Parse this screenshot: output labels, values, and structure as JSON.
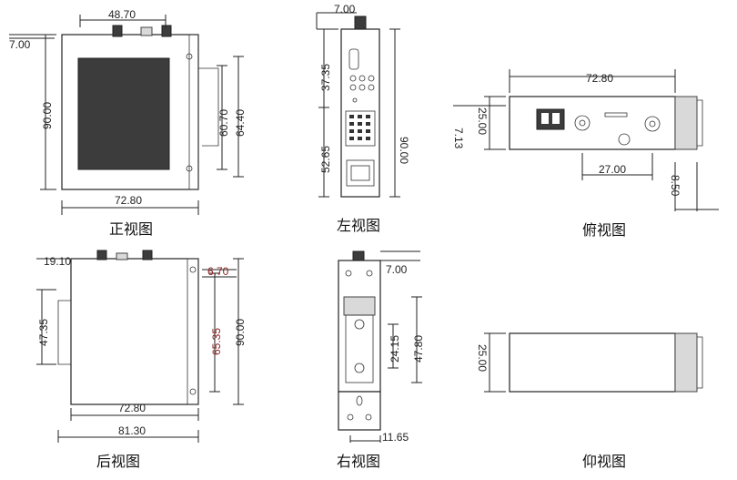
{
  "views": {
    "front": {
      "caption": "正视图",
      "dims": [
        "48.70",
        "7.00",
        "90.00",
        "60.70",
        "64.40",
        "72.80"
      ]
    },
    "left": {
      "caption": "左视图",
      "dims": [
        "7.00",
        "37.35",
        "90.00",
        "52.65"
      ]
    },
    "top": {
      "caption": "俯视图",
      "dims": [
        "72.80",
        "25.00",
        "7.13",
        "27.00",
        "8.50"
      ]
    },
    "rear": {
      "caption": "后视图",
      "dims": [
        "19.10",
        "6.70",
        "47.35",
        "65.35",
        "90.00",
        "72.80",
        "81.30"
      ]
    },
    "right": {
      "caption": "右视图",
      "dims": [
        "7.00",
        "24.15",
        "47.80",
        "11.65"
      ]
    },
    "bottom": {
      "caption": "仰视图",
      "dims": [
        "25.00"
      ]
    }
  },
  "colors": {
    "dark_dims": "#222222",
    "red_dims": "#8a1b1b",
    "panel_dark": "#3c3c3c"
  }
}
